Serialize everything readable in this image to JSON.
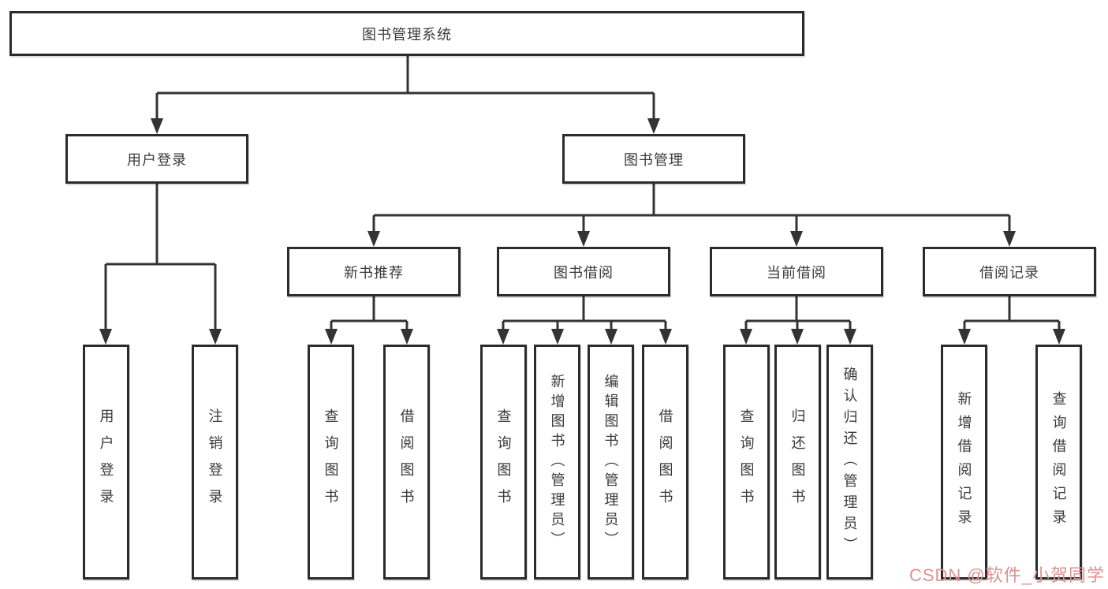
{
  "diagram": {
    "root": {
      "label": "图书管理系统"
    },
    "branches": [
      {
        "label": "用户登录",
        "children": [
          {
            "label": "用户登录"
          },
          {
            "label": "注销登录"
          }
        ]
      },
      {
        "label": "图书管理",
        "children": [
          {
            "label": "新书推荐",
            "children": [
              {
                "label": "查询图书"
              },
              {
                "label": "借阅图书"
              }
            ]
          },
          {
            "label": "图书借阅",
            "children": [
              {
                "label": "查询图书"
              },
              {
                "label": "新增图书（管理员）"
              },
              {
                "label": "编辑图书（管理员）"
              },
              {
                "label": "借阅图书"
              }
            ]
          },
          {
            "label": "当前借阅",
            "children": [
              {
                "label": "查询图书"
              },
              {
                "label": "归还图书"
              },
              {
                "label": "确认归还（管理员）"
              }
            ]
          },
          {
            "label": "借阅记录",
            "children": [
              {
                "label": "新增借阅记录"
              },
              {
                "label": "查询借阅记录"
              }
            ]
          }
        ]
      }
    ]
  },
  "watermark": {
    "text": "CSDN @软件_小贺同学",
    "color": "#de9191"
  },
  "colors": {
    "line": "#333333",
    "border": "#2b2b2b",
    "text": "#3a3a3a",
    "background": "#ffffff"
  }
}
